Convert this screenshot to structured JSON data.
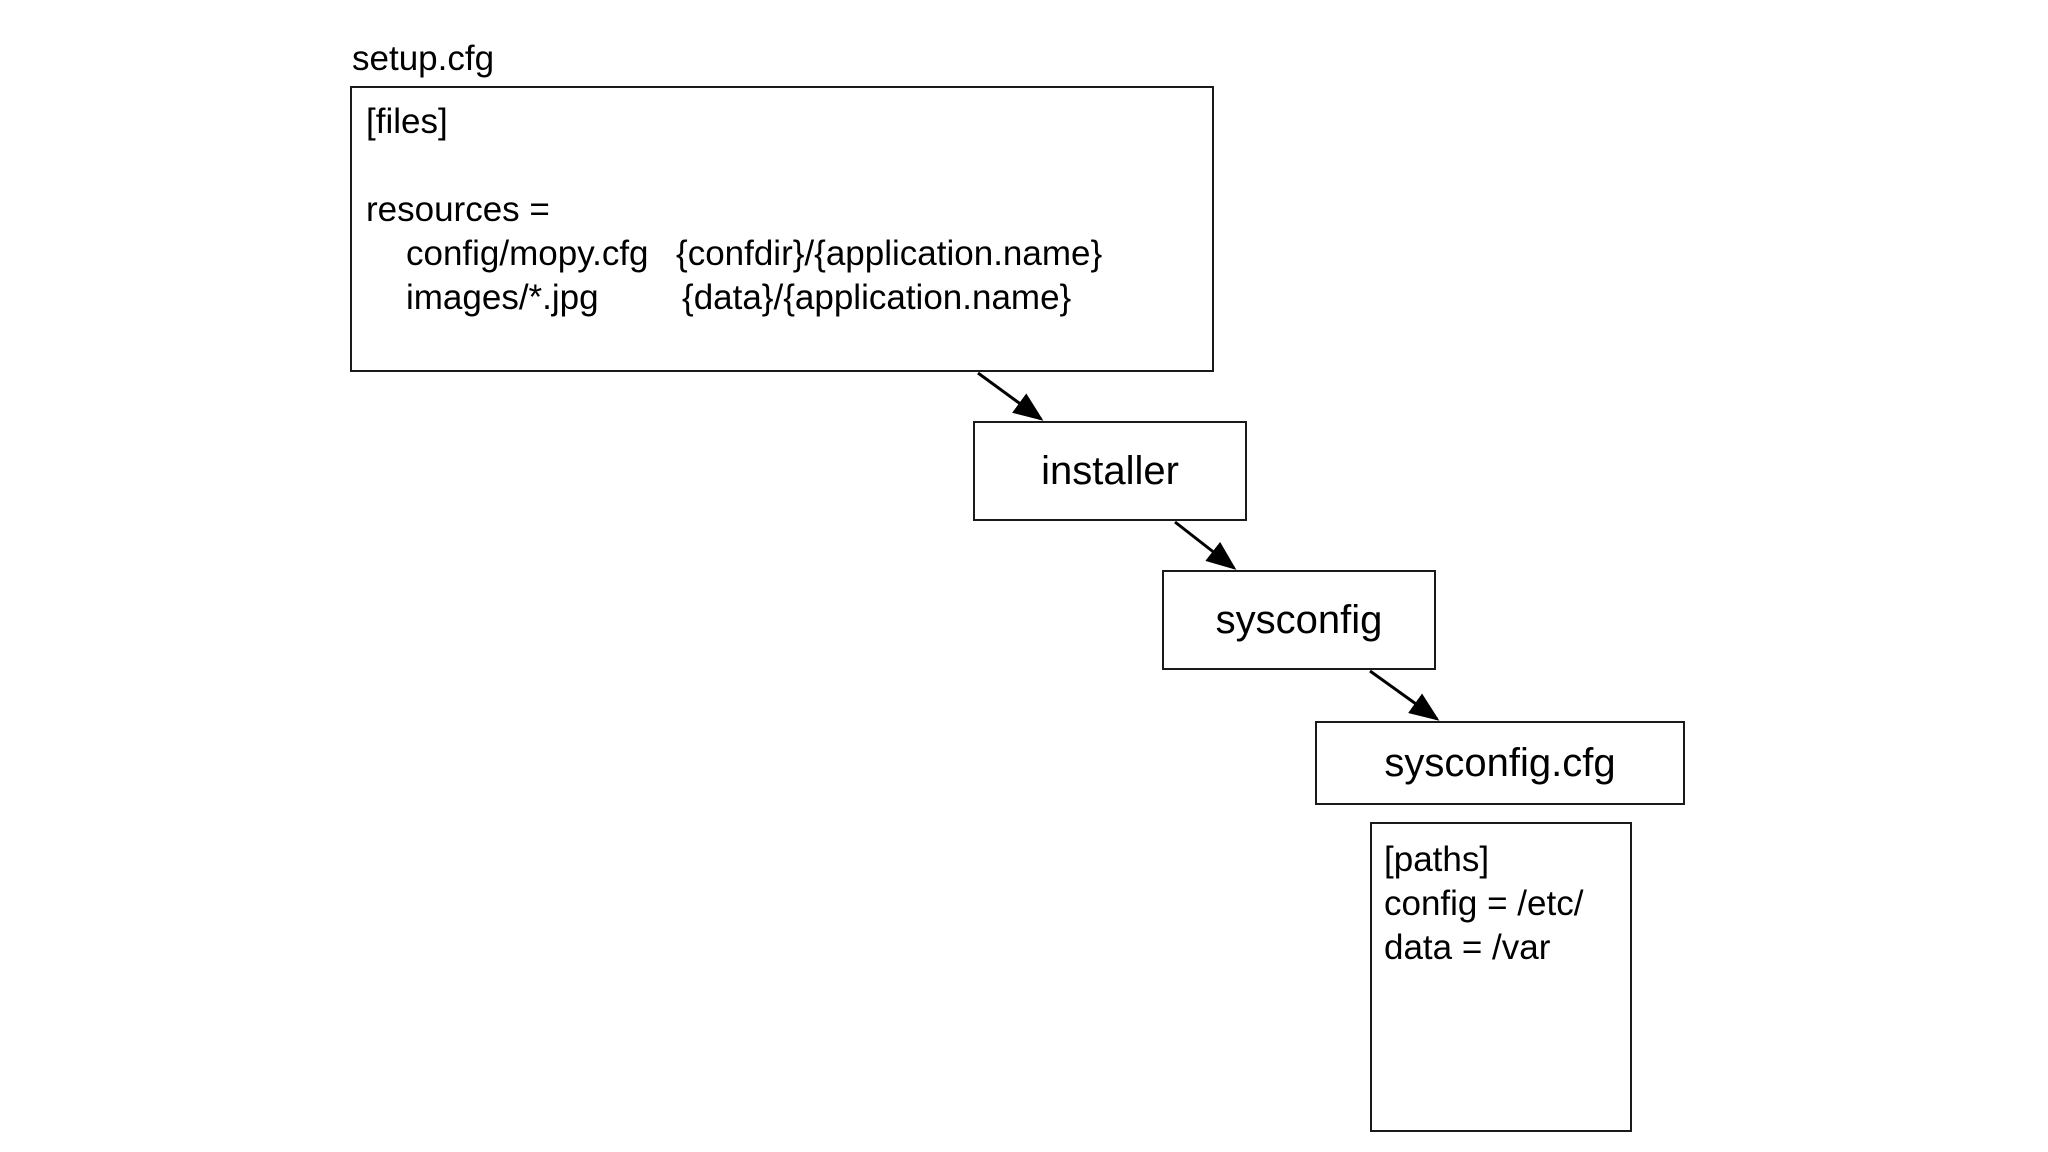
{
  "setup_cfg": {
    "title": "setup.cfg",
    "section": "[files]",
    "resources_key": "resources =",
    "entries": [
      {
        "source": "config/mopy.cfg",
        "target": "{confdir}/{application.name}"
      },
      {
        "source": "images/*.jpg",
        "target": "{data}/{application.name}"
      }
    ]
  },
  "nodes": {
    "installer": "installer",
    "sysconfig": "sysconfig",
    "sysconfig_cfg": "sysconfig.cfg"
  },
  "sysconfig_cfg_contents": {
    "section": "[paths]",
    "lines": [
      "config = /etc/",
      "data = /var"
    ]
  }
}
